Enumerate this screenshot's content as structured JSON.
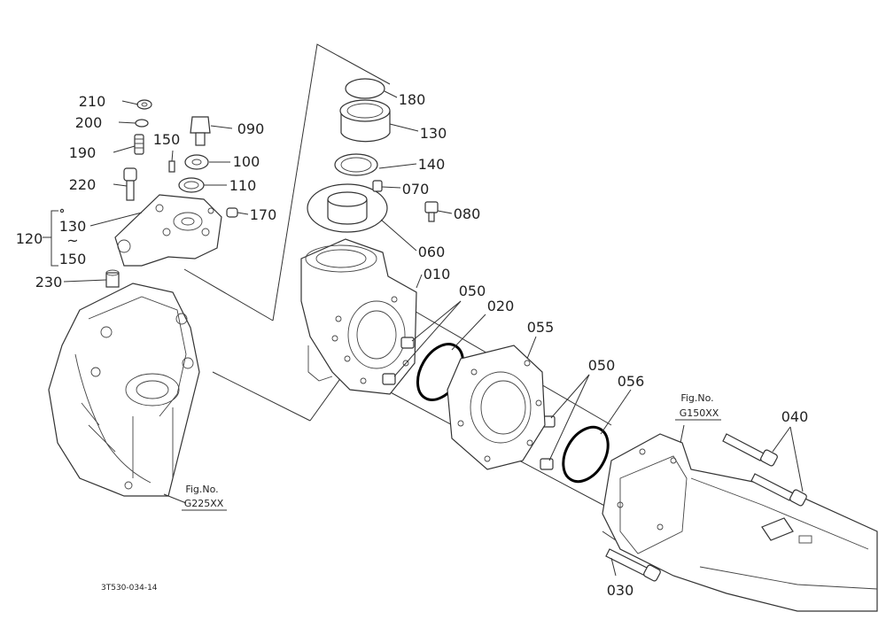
{
  "part_labels": [
    "210",
    "200",
    "190",
    "150",
    "220",
    "130",
    "150",
    "120",
    "230",
    "090",
    "100",
    "110",
    "170",
    "180",
    "130",
    "140",
    "070",
    "080",
    "060",
    "010",
    "050",
    "020",
    "055",
    "050",
    "056",
    "040",
    "030"
  ],
  "fig_refs": [
    {
      "line1": "Fig.No.",
      "line2": "G225XX"
    },
    {
      "line1": "Fig.No.",
      "line2": "G150XX"
    }
  ],
  "tilde": "~",
  "drawing_code": "3T530-034-14",
  "colors": {
    "line": "#333333",
    "ring": "#000000",
    "background": "#ffffff"
  }
}
